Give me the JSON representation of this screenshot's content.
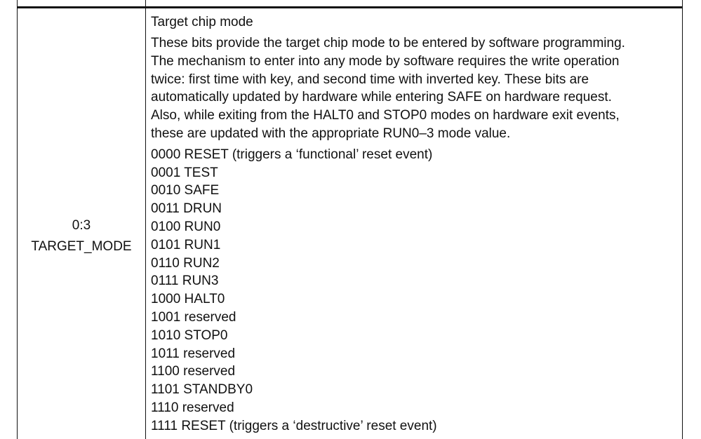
{
  "row": {
    "field": {
      "bits": "0:3",
      "name": "TARGET_MODE"
    },
    "description": {
      "title": "Target chip mode",
      "paragraph_lines": [
        "These bits provide the target chip mode to be entered by software programming.",
        "The mechanism to enter into any mode by software requires the write operation",
        "twice: first time with key, and second time with inverted key. These bits are",
        "automatically updated by hardware while entering SAFE on hardware request.",
        "Also, while exiting from the HALT0 and STOP0 modes on hardware exit events,",
        "these are updated with the appropriate RUN0–3 mode value."
      ],
      "modes": [
        "0000 RESET (triggers a ‘functional’ reset event)",
        "0001 TEST",
        "0010 SAFE",
        "0011 DRUN",
        "0100 RUN0",
        "0101 RUN1",
        "0110 RUN2",
        "0111 RUN3",
        "1000 HALT0",
        "1001 reserved",
        "1010 STOP0",
        "1011 reserved",
        "1100 reserved",
        "1101 STANDBY0",
        "1110 reserved",
        "1111 RESET (triggers a ‘destructive’ reset event)"
      ]
    }
  }
}
